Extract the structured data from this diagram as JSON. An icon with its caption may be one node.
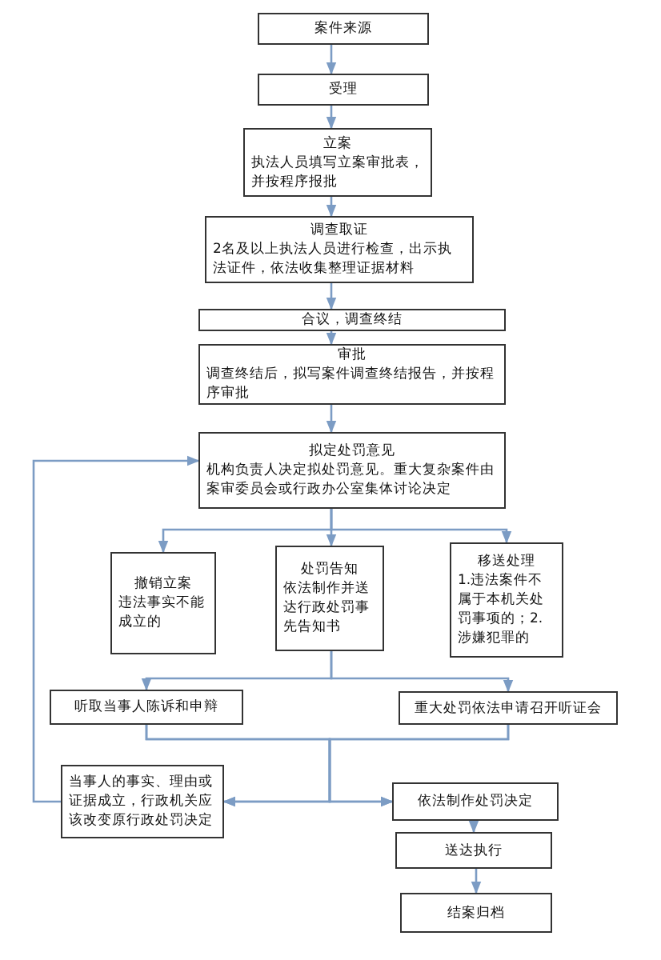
{
  "diagram": {
    "nodes": [
      {
        "text": [
          "案件来源"
        ]
      },
      {
        "text": [
          "受理"
        ]
      },
      {
        "text": [
          "立案",
          "执法人员填写立案审批表，并按程序报批"
        ]
      },
      {
        "text": [
          "调查取证",
          "2名及以上执法人员进行检查，出示执法证件，依法收集整理证据材料"
        ]
      },
      {
        "text": [
          "合议，调查终结"
        ]
      },
      {
        "text": [
          "审批",
          "调查终结后，拟写案件调查终结报告，并按程序审批"
        ]
      },
      {
        "text": [
          "拟定处罚意见",
          "机构负责人决定拟处罚意见。重大复杂案件由案审委员会或行政办公室集体讨论决定"
        ]
      },
      {
        "text": [
          "撤销立案",
          "违法事实不能成立的"
        ]
      },
      {
        "text": [
          "处罚告知",
          "依法制作并送达行政处罚事先告知书"
        ]
      },
      {
        "text": [
          "移送处理",
          "1.违法案件不属于本机关处罚事项的；2.涉嫌犯罪的"
        ]
      },
      {
        "text": [
          "听取当事人陈诉和申辩"
        ]
      },
      {
        "text": [
          "重大处罚依法申请召开听证会"
        ]
      },
      {
        "text": [
          "当事人的事实、理由或证据成立，行政机关应该改变原行政处罚决定"
        ]
      },
      {
        "text": [
          "依法制作处罚决定"
        ]
      },
      {
        "text": [
          "送达执行"
        ]
      },
      {
        "text": [
          "结案归档"
        ]
      }
    ],
    "edges": [
      {
        "from": 0,
        "to": 1,
        "arrow": "to"
      },
      {
        "from": 1,
        "to": 2,
        "arrow": "to"
      },
      {
        "from": 2,
        "to": 3,
        "arrow": "to"
      },
      {
        "from": 3,
        "to": 4,
        "arrow": "to"
      },
      {
        "from": 4,
        "to": 5,
        "arrow": "to"
      },
      {
        "from": 5,
        "to": 6,
        "arrow": "to"
      },
      {
        "from": 6,
        "to": 7,
        "arrow": "to"
      },
      {
        "from": 6,
        "to": 8,
        "arrow": "to"
      },
      {
        "from": 6,
        "to": 9,
        "arrow": "to"
      },
      {
        "from": 8,
        "to": 10,
        "arrow": "to"
      },
      {
        "from": 8,
        "to": 11,
        "arrow": "to"
      },
      {
        "from": 10,
        "to": 12,
        "arrow": "to"
      },
      {
        "from": 10,
        "to": 13,
        "arrow": "to"
      },
      {
        "from": 11,
        "to": 12,
        "arrow": "to"
      },
      {
        "from": 11,
        "to": 13,
        "arrow": "to"
      },
      {
        "from": 12,
        "to": 6,
        "arrow": "to"
      },
      {
        "from": 13,
        "to": 14,
        "arrow": "to"
      },
      {
        "from": 14,
        "to": 15,
        "arrow": "to"
      }
    ]
  }
}
